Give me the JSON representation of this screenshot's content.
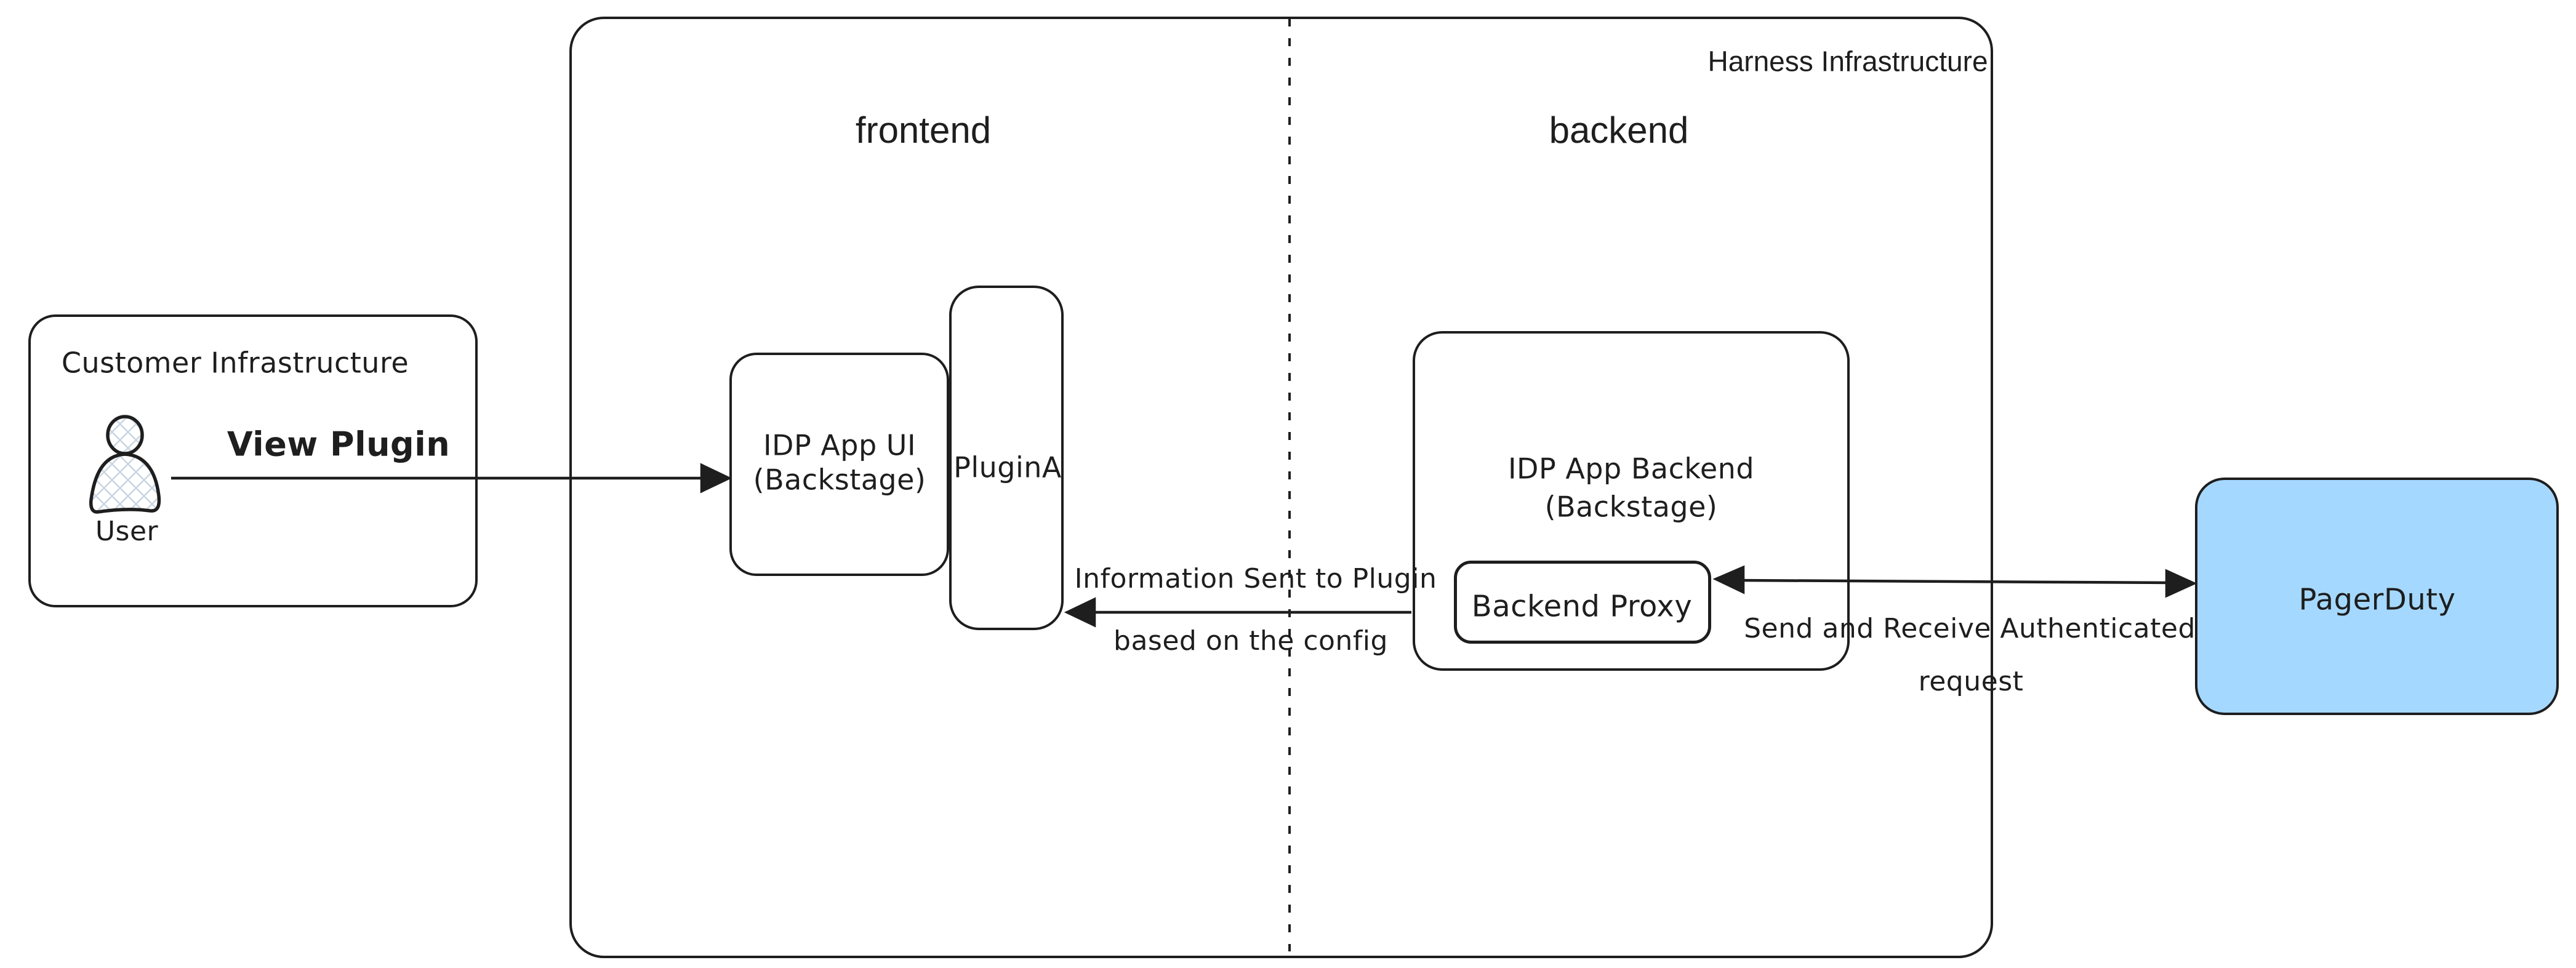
{
  "diagram": {
    "colors": {
      "stroke": "#1e1e1e",
      "background": "#ffffff",
      "pagerduty_fill": "#a5d8ff",
      "hatch": "#c9d6e2"
    },
    "harness": {
      "label": "Harness Infrastructure"
    },
    "sections": {
      "frontend": "frontend",
      "backend": "backend"
    },
    "customer": {
      "label": "Customer Infrastructure",
      "user_label": "User"
    },
    "nodes": {
      "idp_ui": {
        "line1": "IDP App UI",
        "line2": "(Backstage)"
      },
      "plugin_a": {
        "label": "PluginA"
      },
      "idp_backend": {
        "line1": "IDP App Backend",
        "line2": "(Backstage)"
      },
      "backend_proxy": {
        "label": "Backend Proxy"
      },
      "pagerduty": {
        "label": "PagerDuty"
      }
    },
    "edges": {
      "view_plugin": {
        "label": "View Plugin"
      },
      "info_sent": {
        "line1": "Information Sent to Plugin",
        "line2": "based on the config"
      },
      "auth_request": {
        "line1": "Send and Receive Authenticated",
        "line2": "request"
      }
    }
  }
}
